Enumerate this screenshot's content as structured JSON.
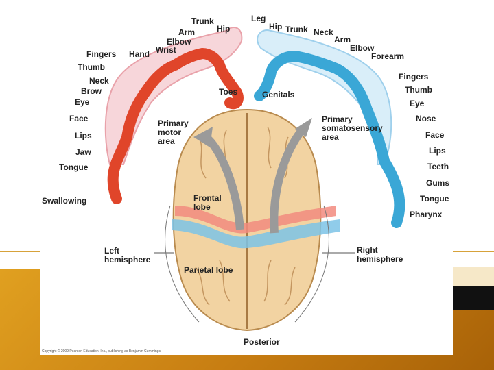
{
  "motor_labels": {
    "trunk": "Trunk",
    "hip": "Hip",
    "arm": "Arm",
    "elbow": "Elbow",
    "wrist": "Wrist",
    "hand": "Hand",
    "fingers": "Fingers",
    "thumb": "Thumb",
    "neck": "Neck",
    "brow": "Brow",
    "eye": "Eye",
    "face": "Face",
    "lips": "Lips",
    "jaw": "Jaw",
    "tongue": "Tongue",
    "swallowing": "Swallowing",
    "toes": "Toes"
  },
  "sensory_labels": {
    "leg": "Leg",
    "hip": "Hip",
    "trunk": "Trunk",
    "neck": "Neck",
    "arm": "Arm",
    "elbow": "Elbow",
    "forearm": "Forearm",
    "fingers": "Fingers",
    "thumb": "Thumb",
    "eye": "Eye",
    "nose": "Nose",
    "face": "Face",
    "lips": "Lips",
    "teeth": "Teeth",
    "gums": "Gums",
    "tongue": "Tongue",
    "pharynx": "Pharynx",
    "genitals": "Genitals"
  },
  "brain_labels": {
    "primary_motor_area": "Primary\nmotor\narea",
    "primary_somatosensory_area": "Primary\nsomatosensory\narea",
    "frontal_lobe": "Frontal\nlobe",
    "parietal_lobe": "Parietal lobe",
    "left_hemisphere": "Left\nhemisphere",
    "right_hemisphere": "Right\nhemisphere",
    "posterior": "Posterior"
  },
  "copyright": "Copyright © 2009 Pearson Education, Inc., publishing as Benjamin Cummings.",
  "colors": {
    "motor": "#e0452a",
    "sensory": "#3aa7d6",
    "brain": "#f2d3a2",
    "frame": "#d28a17"
  }
}
